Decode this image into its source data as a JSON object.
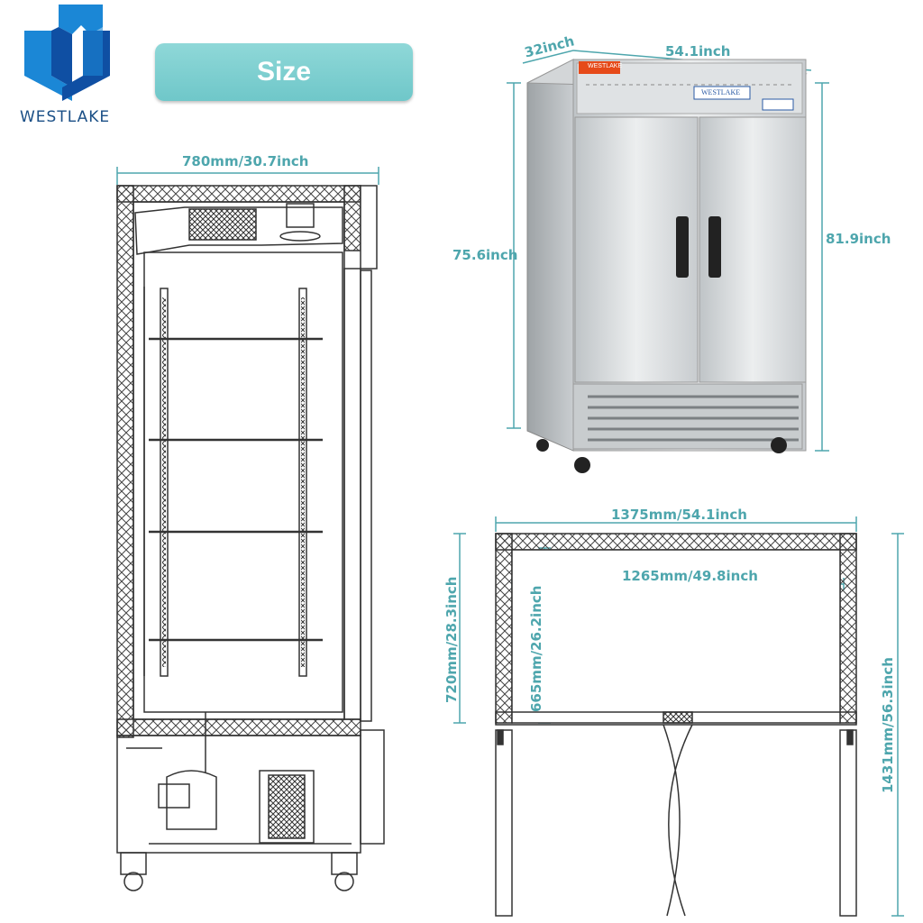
{
  "brand": {
    "name": "WESTLAKE",
    "logo_colors": [
      "#1b87d6",
      "#0f4fa3"
    ]
  },
  "header": {
    "label": "Size"
  },
  "colors": {
    "dimension": "#4ea6ad",
    "pill": "#7ccfd0",
    "drawing": "#333333"
  },
  "front_view": {
    "width_label": "780mm/30.7inch"
  },
  "product_photo": {
    "depth_label": "32inch",
    "width_label": "54.1inch",
    "height_label": "75.6inch",
    "total_height_label": "81.9inch",
    "panel_brand": "WESTLAKE"
  },
  "top_view": {
    "outer_width_label": "1375mm/54.1inch",
    "inner_width_label": "1265mm/49.8inch",
    "outer_depth_label": "720mm/28.3inch",
    "inner_depth_label": "665mm/26.2inch",
    "door_open_depth_label": "1431mm/56.3inch"
  }
}
